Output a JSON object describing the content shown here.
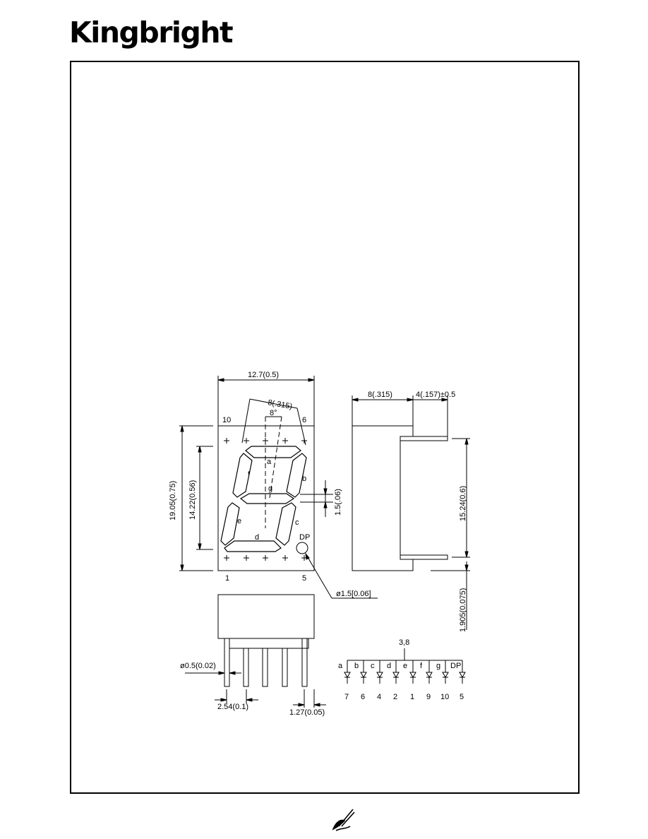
{
  "brand": {
    "name": "Kingbright"
  },
  "front_view": {
    "width_dim": "12.7(0.5)",
    "tilt_dim": "8(.315)",
    "angle_dim": "8°",
    "height_dim": "19.05(0.75)",
    "digit_height_dim": "14.22(0.56)",
    "segment_width_dim": "1.5(.06)",
    "pin_10": "10",
    "pin_6": "6",
    "pin_1": "1",
    "pin_5": "5",
    "seg_a": "a",
    "seg_b": "b",
    "seg_c": "c",
    "seg_d": "d",
    "seg_e": "e",
    "seg_f": "f",
    "seg_g": "g",
    "dp_label": "DP",
    "dp_dia_dim": "ø1.5[0.06]"
  },
  "side_view": {
    "depth_dim": "8(.315)",
    "pin_len_dim": "4(.157)±0.5",
    "pin_span_dim": "15.24(0.6)",
    "pin_offset_dim": "1.905(0.075)"
  },
  "bottom_view": {
    "pin_dia_dim": "ø0.5(0.02)",
    "pitch_dim": "2.54(0.1)",
    "edge_dim": "1.27(0.05)"
  },
  "circuit": {
    "common_pin": "3,8",
    "segments": [
      "a",
      "b",
      "c",
      "d",
      "e",
      "f",
      "g",
      "DP"
    ],
    "pins": [
      "7",
      "6",
      "4",
      "2",
      "1",
      "9",
      "10",
      "5"
    ]
  }
}
